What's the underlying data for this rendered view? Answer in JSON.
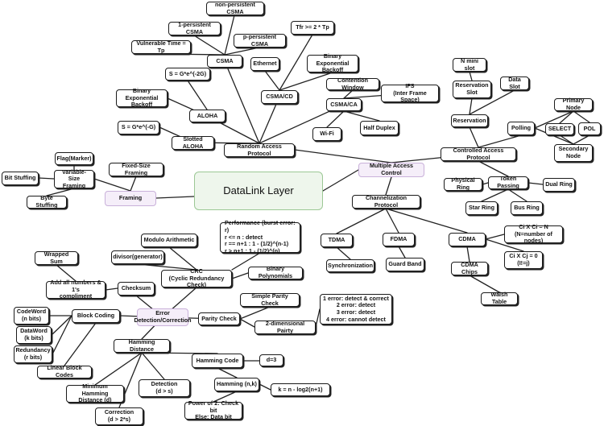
{
  "diagram": {
    "title": "DataLink Layer",
    "nodes": {
      "multiple_access_control": "Multiple Access Control",
      "random_access_protocol": "Random Access Protocol",
      "controlled_access_protocol": "Controlled Access Protocol",
      "channelization_protocol": "Channelization Protocol",
      "csma": "CSMA",
      "non_persistent_csma": "non-persistent CSMA",
      "one_persistent_csma": "1-persistent CSMA",
      "p_persistent_csma": "p-persistent CSMA",
      "vulnerable_time": "Vulnerable Time = Tp",
      "tfr": "Tfr >= 2 * Tp",
      "ethernet": "Ethernet",
      "binary_exp_backoff_cd": "Binary Exponential\nBackoff",
      "csma_cd": "CSMA/CD",
      "contention_window": "Contention Window",
      "ifs": "IFS\n(Inter Frame Space)",
      "csma_ca": "CSMA/CA",
      "wifi": "Wi-Fi",
      "half_duplex": "Half Duplex",
      "aloha": "ALOHA",
      "s_eq_g2": "S = G*e^(-2G)",
      "binary_exp_backoff_aloha": "Binary Exponential\nBackoff",
      "s_eq_g": "S = G*e^(-G)",
      "slotted_aloha": "Slotted ALOHA",
      "n_mini_slot": "N mini slot",
      "reservation_slot": "Reservation\nSlot",
      "data_slot": "Data Slot",
      "reservation": "Reservation",
      "polling": "Polling",
      "primary_node": "Primary Node",
      "select": "SELECT",
      "poll": "POL",
      "secondary_node": "Secondary\nNode",
      "token_passing": "Token Passing",
      "physical_ring": "Physical Ring",
      "dual_ring": "Dual Ring",
      "star_ring": "Star Ring",
      "bus_ring": "Bus Ring",
      "tdma": "TDMA",
      "synchronization": "Synchronization",
      "fdma": "FDMA",
      "guard_band": "Guard Band",
      "cdma": "CDMA",
      "ci_x_ci": "Ci X Ci = N\n(N=number of nodes)",
      "ci_x_cj": "Ci X Cj = 0\n(I!=j)",
      "cdma_chips": "CDMA Chips",
      "walsh_table": "Walsh Table",
      "framing": "Framing",
      "flag_marker": "Flag(Marker)",
      "variable_size_framing": "Variable-Size\nFraming",
      "fixed_size_framing": "Fixed-Size Framing",
      "bit_stuffing": "Bit Stuffing",
      "byte_stuffing": "Byte Stuffing",
      "error_detection_correction": "Error\nDetection/Correction",
      "crc": "CRC\n(Cyclic Redundancy Check)",
      "modulo_arithmetic": "Modulo Arithmetic",
      "performance": "Performance (burst error: r)\nr <= n : detect\nr == n+1 : 1 - (1/2)^(n-1)\nr > n+1 : 1 - (1/2)^(n)",
      "divisor": "divisor(generator)",
      "binary_polynomials": "Binary Polynomials",
      "checksum": "Checksum",
      "wrapped_sum": "Wrapped Sum",
      "add_all_numbers": "Add all numbers & 1's\ncompliment",
      "block_coding": "Block Coding",
      "codeword": "CodeWord\n(n bits)",
      "dataword": "DataWord\n(k bits)",
      "redundancy": "Redundancy\n(r bits)",
      "linear_block_codes": "Linear Block Codes",
      "parity_check": "Parity Check",
      "simple_parity_check": "Simple Parity Check",
      "two_dim_parity": "2-dimensional Pairty",
      "parity_errors": "1 error: detect & correct\n2 error: detect\n3 error: detect\n4 error: cannot detect",
      "hamming_distance": "Hamming Distance",
      "min_hamming_distance": "Minimum Hamming\nDistance (d)",
      "detection": "Detection\n(d > s)",
      "correction": "Correction\n(d > 2*s)",
      "hamming_code": "Hamming Code",
      "d_eq_3": "d=3",
      "hamming_nk": "Hamming (n,k)",
      "k_eq": "k = n - log2(n+1)",
      "power_of_two": "Power of 2: Check bit\nElse: Data bit"
    }
  }
}
